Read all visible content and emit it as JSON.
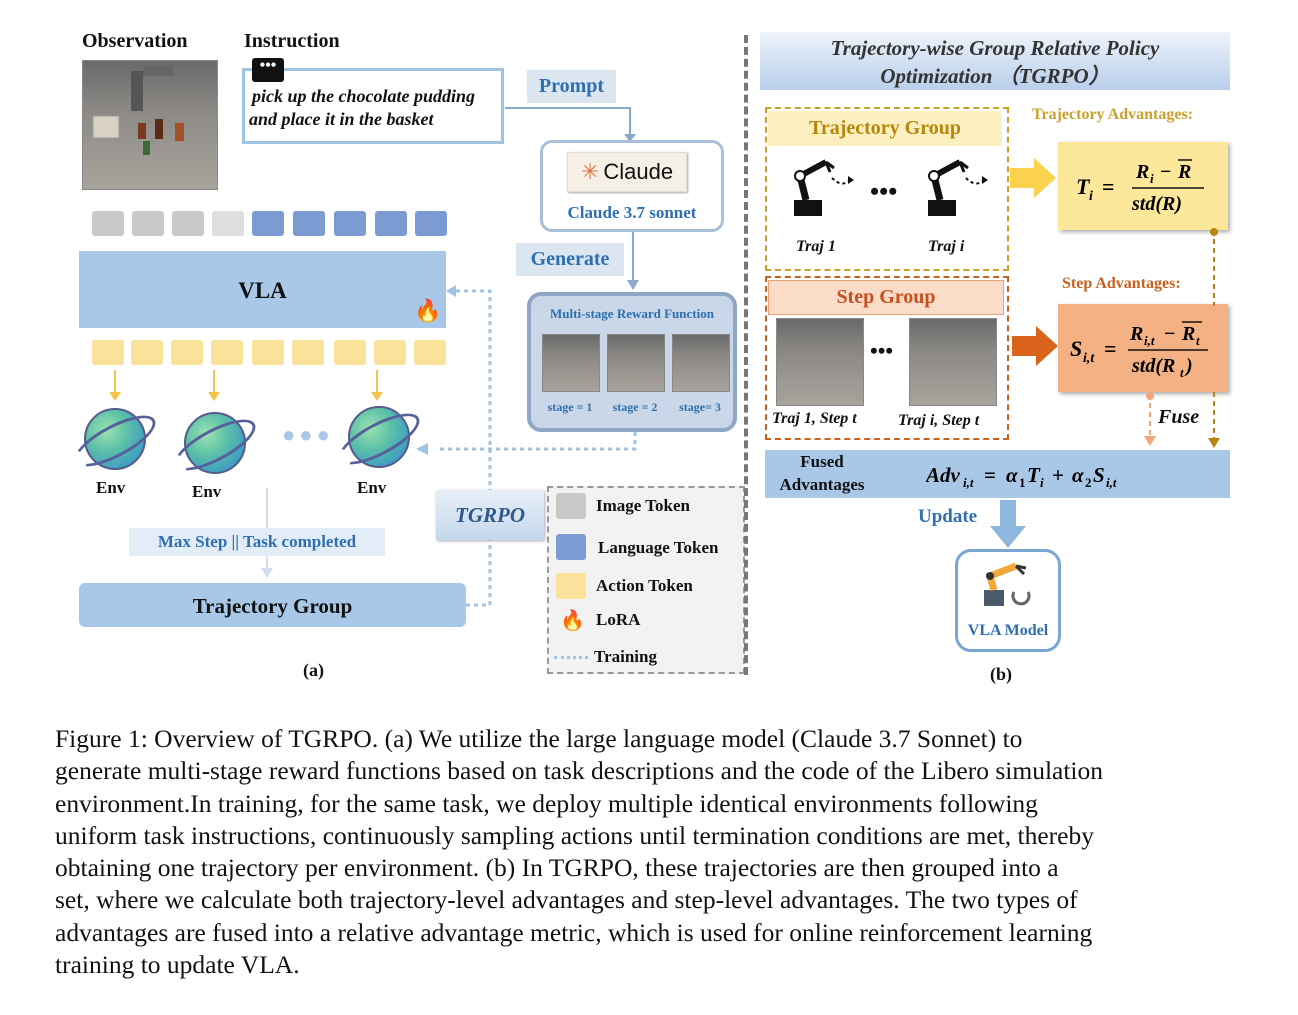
{
  "panel_a": {
    "observation_label": "Observation",
    "instruction_label": "Instruction",
    "instruction_text_1": "pick up the chocolate pudding",
    "instruction_text_2": "and place it in the basket",
    "prompt_label": "Prompt",
    "claude_logo": "Claude",
    "claude_model": "Claude 3.7 sonnet",
    "generate_label": "Generate",
    "reward_title": "Multi-stage Reward Function",
    "stages": [
      "stage = 1",
      "stage = 2",
      "stage= 3"
    ],
    "vla_label": "VLA",
    "env_labels": [
      "Env",
      "Env",
      "Env"
    ],
    "max_step_label": "Max Step || Task completed",
    "trajectory_group_label": "Trajectory Group",
    "tgrpo_label": "TGRPO",
    "panel_label": "(a)",
    "legend": {
      "image_token": "Image Token",
      "language_token": "Language Token",
      "action_token": "Action Token",
      "lora": "LoRA",
      "training": "Training"
    }
  },
  "panel_b": {
    "title_1": "Trajectory-wise Group Relative Policy",
    "title_2": "Optimization （TGRPO）",
    "trajectory_group_label": "Trajectory Group",
    "traj_labels": [
      "Traj 1",
      "Traj i"
    ],
    "trajectory_advantages_label": "Trajectory Advantages:",
    "step_group_label": "Step Group",
    "step_labels": [
      "Traj 1, Step t",
      "Traj i, Step t"
    ],
    "step_advantages_label": "Step Advantages:",
    "fuse_label": "Fuse",
    "fused_label_1": "Fused",
    "fused_label_2": "Advantages",
    "update_label": "Update",
    "vla_model_label": "VLA Model",
    "panel_label": "(b)"
  },
  "caption": [
    "Figure 1: Overview of TGRPO. (a) We utilize the large language model (Claude 3.7 Sonnet) to",
    "generate multi-stage reward functions based on task descriptions and the code of the Libero simulation",
    "environment.In training, for the same task, we deploy multiple identical environments following",
    "uniform task instructions, continuously sampling actions until termination conditions are met, thereby",
    "obtaining one trajectory per environment. (b) In TGRPO, these trajectories are then grouped into a",
    "set, where we calculate both trajectory-level advantages and step-level advantages. The two types of",
    "advantages are fused into a relative advantage metric, which is used for online reinforcement learning",
    "training to update VLA."
  ],
  "colors": {
    "vla_blue": "#a9c8e8",
    "language_token": "#7c9bd3",
    "action_token": "#fbe29a",
    "traj_yellow": "#fde79a",
    "step_orange": "#f4b183",
    "accent_blue": "#2e6fb0",
    "gold": "#b8860b"
  }
}
